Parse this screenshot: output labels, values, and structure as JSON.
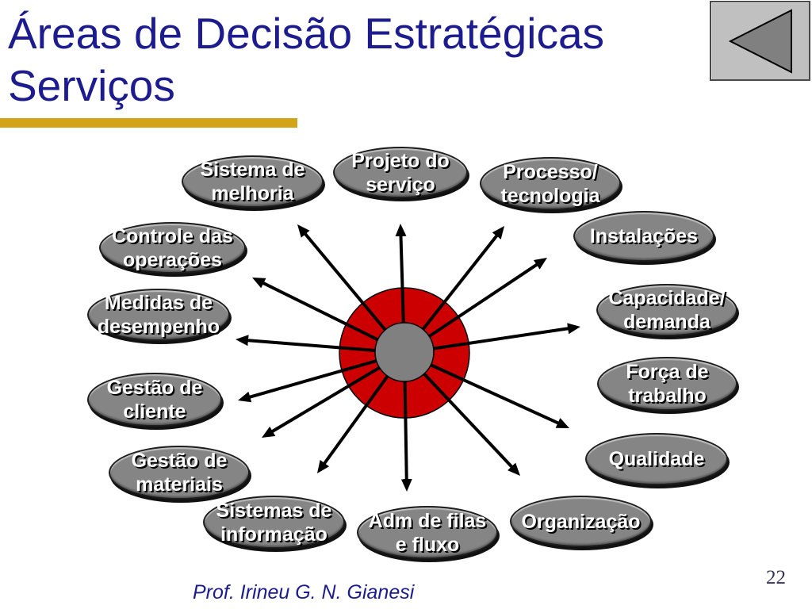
{
  "slide": {
    "title_lines": [
      "Áreas de Decisão Estratégicas",
      "Serviços"
    ],
    "footer_author": "Prof. Irineu G. N. Gianesi",
    "page_number": "22"
  },
  "nav": {
    "back_button_icon": "back-triangle-icon"
  },
  "diagram": {
    "nodes": [
      {
        "lines": [
          "Projeto do",
          "serviço"
        ]
      },
      {
        "lines": [
          "Processo/",
          "tecnologia"
        ]
      },
      {
        "lines": [
          "Instalações"
        ]
      },
      {
        "lines": [
          "Capacidade/",
          "demanda"
        ]
      },
      {
        "lines": [
          "Força de",
          "trabalho"
        ]
      },
      {
        "lines": [
          "Qualidade"
        ]
      },
      {
        "lines": [
          "Organização"
        ]
      },
      {
        "lines": [
          "Adm de filas",
          "e fluxo"
        ]
      },
      {
        "lines": [
          "Sistemas de",
          "informação"
        ]
      },
      {
        "lines": [
          "Gestão de",
          "materiais"
        ]
      },
      {
        "lines": [
          "Gestão de",
          "cliente"
        ]
      },
      {
        "lines": [
          "Medidas de",
          "desempenho"
        ]
      },
      {
        "lines": [
          "Controle das",
          "operações"
        ]
      },
      {
        "lines": [
          "Sistema de",
          "melhoria"
        ]
      }
    ]
  },
  "colors": {
    "title": "#1c1c8e",
    "accent_bar": "#d4a418",
    "nav_button": "#c0c0c0",
    "nav_icon": "#808080",
    "hub_outer": "#cc0000",
    "hub_inner": "#808080",
    "arrow": "#000000",
    "node_fill": "#858585",
    "node_text": "#ffffff",
    "page_number": "#333355"
  }
}
